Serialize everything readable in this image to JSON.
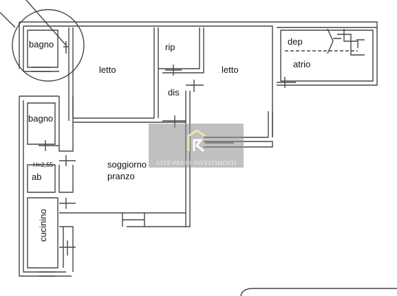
{
  "rooms": {
    "bagno_top": "bagno",
    "letto_1": "letto",
    "rip": "rip",
    "letto_2": "letto",
    "dep": "dep",
    "atrio": "atrio",
    "dis": "dis",
    "bagno_left": "bagno",
    "height_note": "H=2,55",
    "ab": "ab",
    "soggiorno": "soggiorno",
    "pranzo": "pranzo",
    "cucinino": "cucinino"
  },
  "watermark": {
    "text": "ASTE-PREAS INVESTIMENTI",
    "logo": "house-logo-icon"
  },
  "colors": {
    "wall": "#333333",
    "line": "#555555",
    "watermark": "#8c8c8c"
  }
}
